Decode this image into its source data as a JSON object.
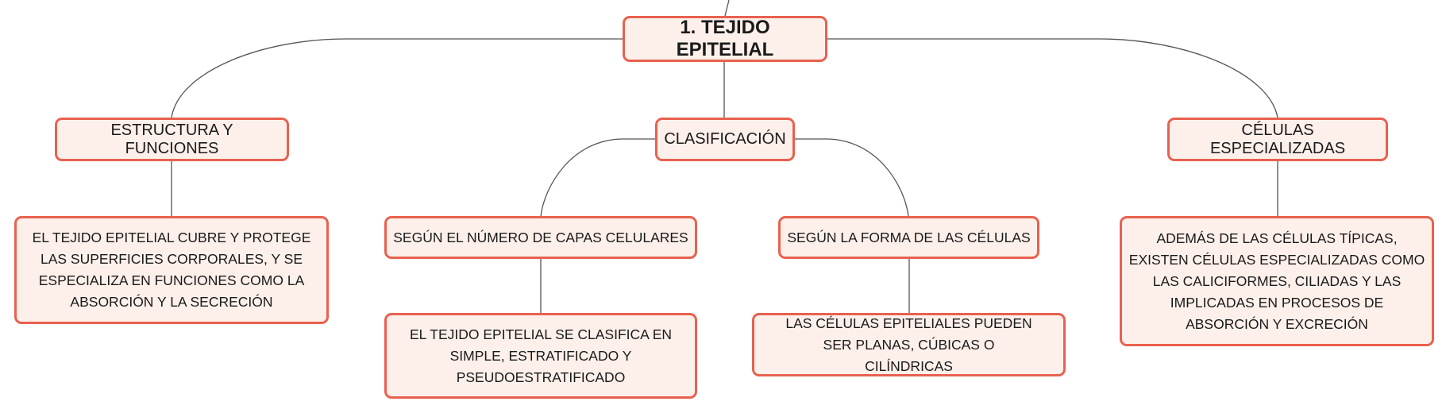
{
  "diagram": {
    "root": {
      "label": "1. TEJIDO EPITELIAL"
    },
    "branches": {
      "estructura": {
        "label": "ESTRUCTURA Y FUNCIONES",
        "detail": "EL TEJIDO EPITELIAL CUBRE Y PROTEGE LAS SUPERFICIES CORPORALES, Y SE ESPECIALIZA EN FUNCIONES COMO LA ABSORCIÓN Y LA SECRECIÓN"
      },
      "clasificacion": {
        "label": "CLASIFICACIÓN",
        "capas": {
          "label": "SEGÚN EL NÚMERO DE CAPAS CELULARES",
          "detail": "EL TEJIDO EPITELIAL SE CLASIFICA EN SIMPLE, ESTRATIFICADO Y PSEUDOESTRATIFICADO"
        },
        "forma": {
          "label": "SEGÚN LA FORMA DE LAS CÉLULAS",
          "detail": "LAS CÉLULAS EPITELIALES PUEDEN SER PLANAS, CÚBICAS O CILÍNDRICAS"
        }
      },
      "celulas": {
        "label": "CÉLULAS ESPECIALIZADAS",
        "detail": "ADEMÁS DE LAS CÉLULAS TÍPICAS, EXISTEN CÉLULAS ESPECIALIZADAS COMO LAS CALICIFORMES, CILIADAS Y LAS IMPLICADAS EN PROCESOS DE ABSORCIÓN Y EXCRECIÓN"
      }
    },
    "style": {
      "node_fill": "#fdf0eb",
      "node_border": "#e8614f",
      "connector": "#555555",
      "text": "#1a1a1a"
    }
  }
}
